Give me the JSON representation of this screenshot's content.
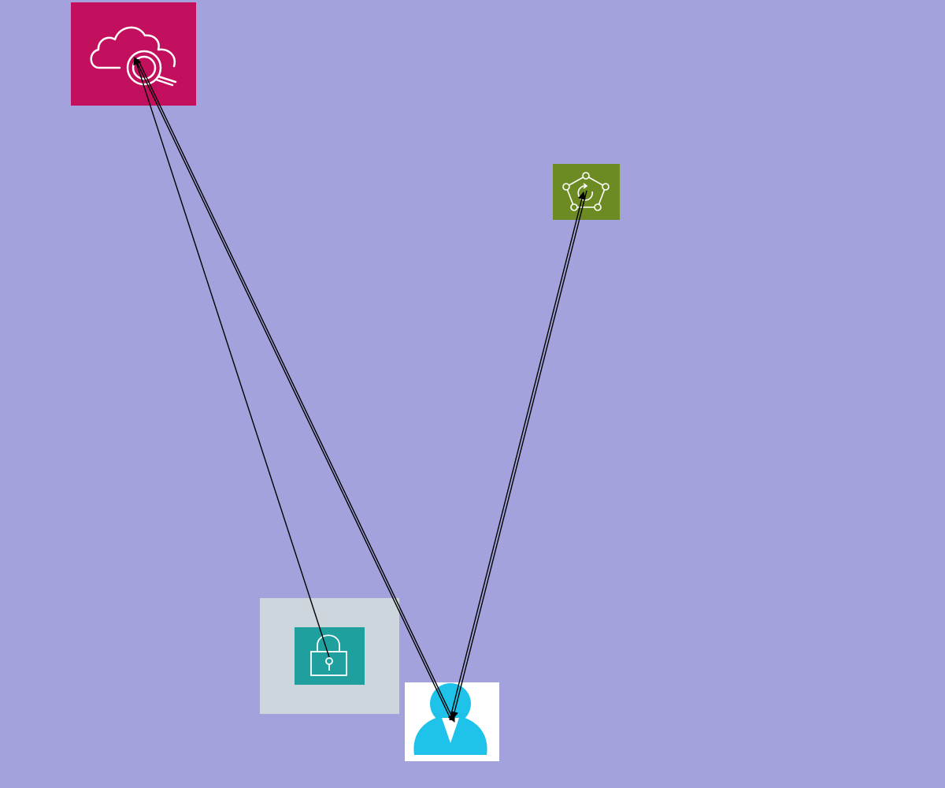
{
  "diagram": {
    "background": "#a3a2dc",
    "nodes": [
      {
        "id": "cloud-search",
        "icon": "cloud-search-icon",
        "color": "#c2105f"
      },
      {
        "id": "network-hub",
        "icon": "network-hub-icon",
        "color": "#6d8b23"
      },
      {
        "id": "lock",
        "icon": "lock-icon",
        "color": "#209f9f",
        "frame_color": "#ccd6dc"
      },
      {
        "id": "user",
        "icon": "user-icon",
        "color": "#1fc2e8",
        "frame_color": "#ffffff"
      }
    ],
    "edges": [
      {
        "from": "lock",
        "to": "cloud-search",
        "color": "#000000"
      },
      {
        "from": "user",
        "to": "cloud-search",
        "color": "#000000"
      },
      {
        "from": "cloud-search",
        "to": "user",
        "color": "#000000"
      },
      {
        "from": "user",
        "to": "network-hub",
        "color": "#000000"
      },
      {
        "from": "network-hub",
        "to": "user",
        "color": "#000000"
      }
    ]
  }
}
